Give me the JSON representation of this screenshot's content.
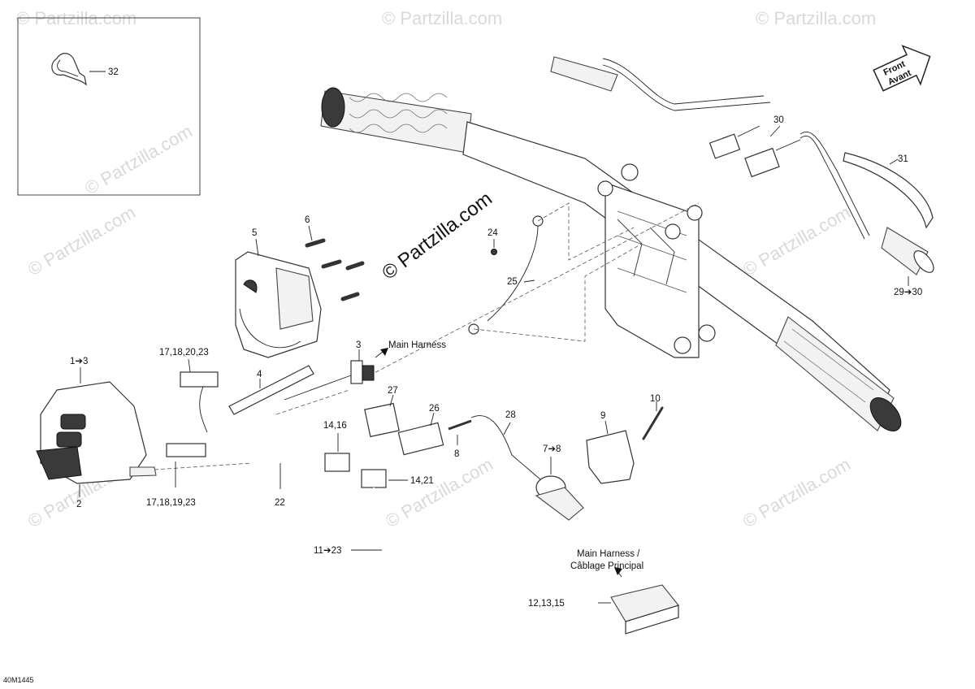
{
  "watermark": {
    "text": "© Partzilla.com",
    "center_text": "© Partzilla.com"
  },
  "diagram_code": "40M1445",
  "direction": {
    "line1": "Front",
    "line2": "Avant"
  },
  "harness_labels": {
    "main_harness": "Main Harness",
    "main_harness_fr_1": "Main Harness /",
    "main_harness_fr_2": "Câblage Principal"
  },
  "callouts": {
    "c32": "32",
    "c30": "30",
    "c31": "31",
    "c29_30": "29➔30",
    "c24": "24",
    "c25": "25",
    "c6": "6",
    "c5": "5",
    "c3": "3",
    "c1_3": "1➔3",
    "c2": "2",
    "c17_18_20_23": "17,18,20,23",
    "c17_18_19_23": "17,18,19,23",
    "c4": "4",
    "c22": "22",
    "c27": "27",
    "c26": "26",
    "c8": "8",
    "c28": "28",
    "c7_8": "7➔8",
    "c9": "9",
    "c10": "10",
    "c14_16": "14,16",
    "c14_21": "14,21",
    "c11_23": "11➔23",
    "c12_13_15": "12,13,15"
  }
}
